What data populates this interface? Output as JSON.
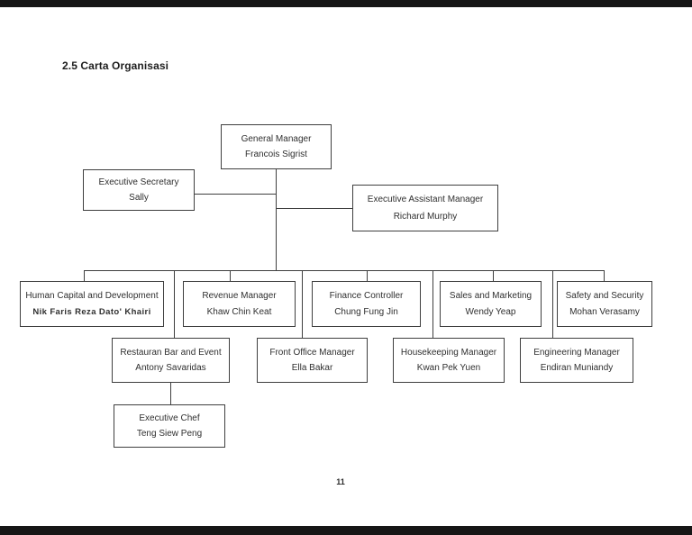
{
  "theme": {
    "ink": "#2f2f2f",
    "line": "#3f3f3f",
    "page_bg": "#ffffff",
    "outer_bg": "#161616"
  },
  "page": {
    "title": "2.5 Carta Organisasi",
    "page_number": "11"
  },
  "nodes": {
    "general_manager": {
      "role": "General Manager",
      "name": "Francois Sigrist"
    },
    "executive_secretary": {
      "role": "Executive Secretary",
      "name": "Sally"
    },
    "executive_assistant_manager": {
      "role": "Executive Assistant Manager",
      "name": "Richard Murphy"
    },
    "human_capital": {
      "role": "Human Capital and Development",
      "name": "Nik Faris Reza Dato' Khairi"
    },
    "revenue_manager": {
      "role": "Revenue Manager",
      "name": "Khaw Chin Keat"
    },
    "finance_controller": {
      "role": "Finance Controller",
      "name": "Chung Fung Jin"
    },
    "sales_marketing": {
      "role": "Sales and Marketing",
      "name": "Wendy Yeap"
    },
    "safety_security": {
      "role": "Safety and Security",
      "name": "Mohan Verasamy"
    },
    "restauran_bar_event": {
      "role": "Restauran Bar and Event",
      "name": "Antony Savaridas"
    },
    "front_office_manager": {
      "role": "Front Office Manager",
      "name": "Ella Bakar"
    },
    "housekeeping_manager": {
      "role": "Housekeeping Manager",
      "name": "Kwan Pek Yuen"
    },
    "engineering_manager": {
      "role": "Engineering Manager",
      "name": "Endiran Muniandy"
    },
    "executive_chef": {
      "role": "Executive Chef",
      "name": "Teng Siew Peng"
    }
  }
}
